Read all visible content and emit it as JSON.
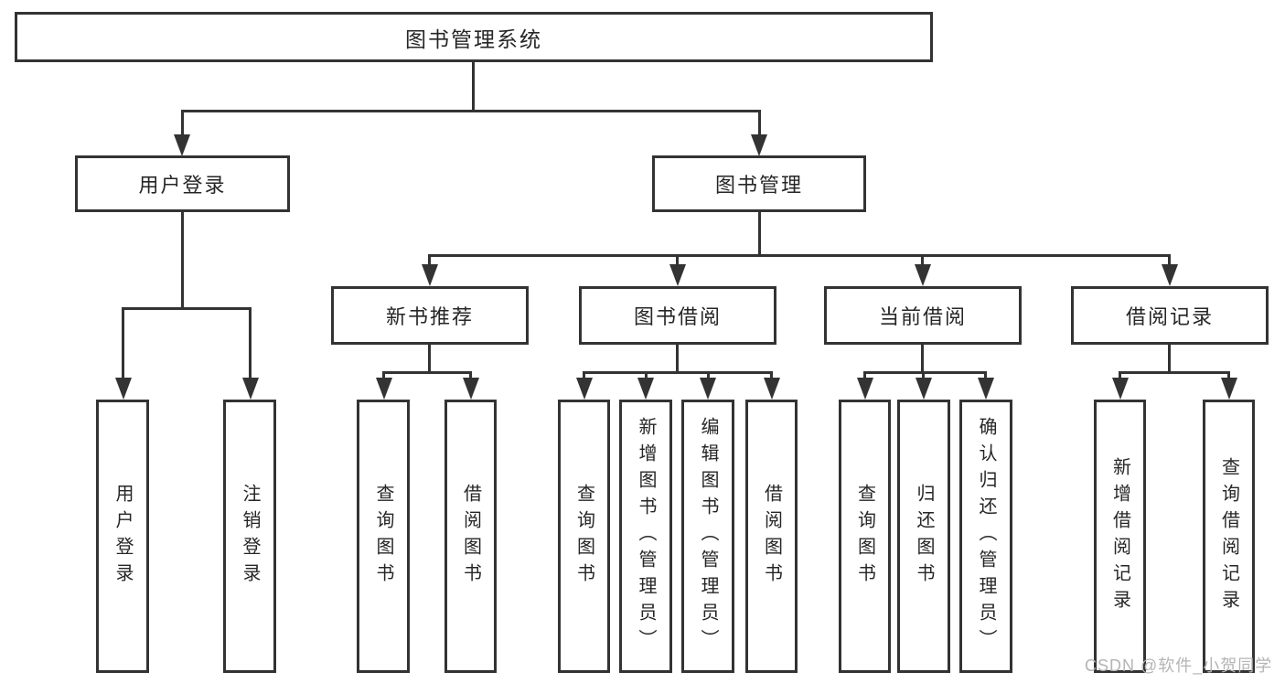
{
  "diagram": {
    "title": "图书管理系统",
    "nodes": {
      "root": {
        "label": "图书管理系统"
      },
      "user_login": {
        "label": "用户登录"
      },
      "book_mgmt": {
        "label": "图书管理"
      },
      "new_book": {
        "label": "新书推荐"
      },
      "book_borrow": {
        "label": "图书借阅"
      },
      "current_borrow": {
        "label": "当前借阅"
      },
      "borrow_records": {
        "label": "借阅记录"
      },
      "leaf_user_login": {
        "label": "用户登录"
      },
      "leaf_logout": {
        "label": "注销登录"
      },
      "leaf_nb_query": {
        "label": "查询图书"
      },
      "leaf_nb_borrow": {
        "label": "借阅图书"
      },
      "leaf_bb_query": {
        "label": "查询图书"
      },
      "leaf_bb_add": {
        "label": "新增图书（管理员）"
      },
      "leaf_bb_edit": {
        "label": "编辑图书（管理员）"
      },
      "leaf_bb_borrow": {
        "label": "借阅图书"
      },
      "leaf_cb_query": {
        "label": "查询图书"
      },
      "leaf_cb_return": {
        "label": "归还图书"
      },
      "leaf_cb_confirm": {
        "label": "确认归还（管理员）"
      },
      "leaf_br_add": {
        "label": "新增借阅记录"
      },
      "leaf_br_query": {
        "label": "查询借阅记录"
      }
    },
    "colors": {
      "line": "#333333",
      "text": "#262626",
      "watermark": "#b4b4b4",
      "background": "#ffffff"
    }
  },
  "watermark": {
    "text": "CSDN @软件_小贺同学"
  }
}
